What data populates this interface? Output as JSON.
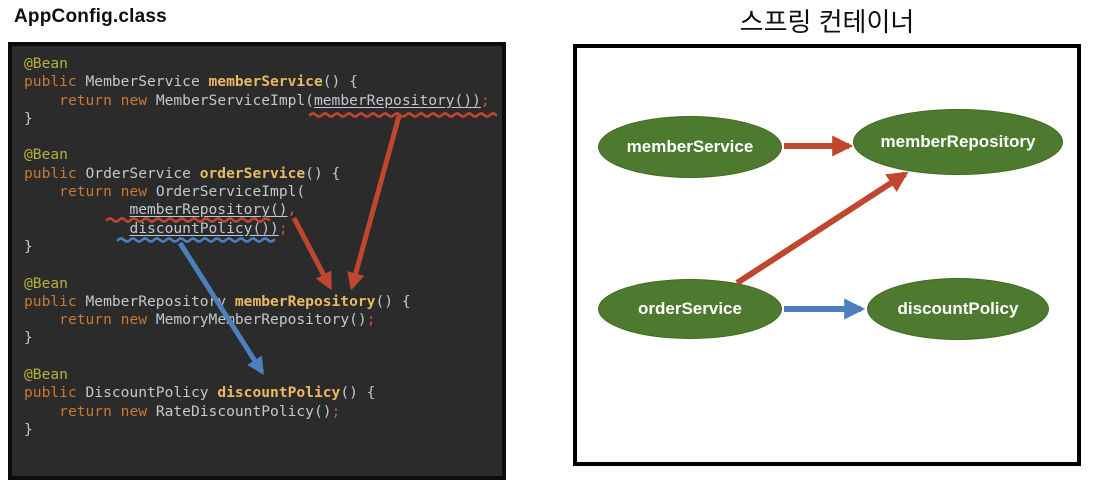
{
  "colors": {
    "red": "#c0462e",
    "blue": "#4b7fbd",
    "green": "#4e7a2f",
    "code_background": "#2b2b2b",
    "annotation_yellow": "#b5b23f",
    "keyword_orange": "#cc7832",
    "plain_gray": "#c2c8ce",
    "method_gold": "#eab964",
    "punct_orange_red": "#cf5b33"
  },
  "left_panel": {
    "title": "AppConfig.class"
  },
  "code": {
    "lines": [
      [
        [
          "a",
          "@Bean"
        ]
      ],
      [
        [
          "k",
          "public"
        ],
        [
          "p",
          " MemberService "
        ],
        [
          "m",
          "memberService"
        ],
        [
          "p",
          "() {"
        ]
      ],
      [
        [
          "p",
          "    "
        ],
        [
          "k",
          "return"
        ],
        [
          "p",
          " "
        ],
        [
          "k",
          "new"
        ],
        [
          "p",
          " MemberServiceImpl("
        ],
        [
          "u",
          "memberRepository())"
        ],
        [
          "s",
          ";"
        ]
      ],
      [
        [
          "p",
          "}"
        ]
      ],
      [],
      [
        [
          "a",
          "@Bean"
        ]
      ],
      [
        [
          "k",
          "public"
        ],
        [
          "p",
          " OrderService "
        ],
        [
          "m",
          "orderService"
        ],
        [
          "p",
          "() {"
        ]
      ],
      [
        [
          "p",
          "    "
        ],
        [
          "k",
          "return"
        ],
        [
          "p",
          " "
        ],
        [
          "k",
          "new"
        ],
        [
          "p",
          " OrderServiceImpl("
        ]
      ],
      [
        [
          "p",
          "            "
        ],
        [
          "u",
          "memberRepository()"
        ],
        [
          "s",
          ","
        ]
      ],
      [
        [
          "p",
          "            "
        ],
        [
          "u",
          "discountPolicy())"
        ],
        [
          "s",
          ";"
        ]
      ],
      [
        [
          "p",
          "}"
        ]
      ],
      [],
      [
        [
          "a",
          "@Bean"
        ]
      ],
      [
        [
          "k",
          "public"
        ],
        [
          "p",
          " MemberRepository "
        ],
        [
          "m",
          "memberRepository"
        ],
        [
          "p",
          "() {"
        ]
      ],
      [
        [
          "p",
          "    "
        ],
        [
          "k",
          "return"
        ],
        [
          "p",
          " "
        ],
        [
          "k",
          "new"
        ],
        [
          "p",
          " MemoryMemberRepository()"
        ],
        [
          "s",
          ";"
        ]
      ],
      [
        [
          "p",
          "}"
        ]
      ],
      [],
      [
        [
          "a",
          "@Bean"
        ]
      ],
      [
        [
          "k",
          "public"
        ],
        [
          "p",
          " DiscountPolicy "
        ],
        [
          "m",
          "discountPolicy"
        ],
        [
          "p",
          "() {"
        ]
      ],
      [
        [
          "p",
          "    "
        ],
        [
          "k",
          "return"
        ],
        [
          "p",
          " "
        ],
        [
          "k",
          "new"
        ],
        [
          "p",
          " RateDiscountPolicy()"
        ],
        [
          "s",
          ";"
        ]
      ],
      [
        [
          "p",
          "}"
        ]
      ]
    ]
  },
  "right_panel": {
    "title": "스프링 컨테이너",
    "nodes": [
      {
        "id": "memberService",
        "label": "memberService"
      },
      {
        "id": "memberRepository",
        "label": "memberRepository"
      },
      {
        "id": "orderService",
        "label": "orderService"
      },
      {
        "id": "discountPolicy",
        "label": "discountPolicy"
      }
    ],
    "edges": [
      {
        "from": "memberService",
        "to": "memberRepository",
        "color": "red"
      },
      {
        "from": "orderService",
        "to": "memberRepository",
        "color": "red"
      },
      {
        "from": "orderService",
        "to": "discountPolicy",
        "color": "blue"
      }
    ]
  }
}
